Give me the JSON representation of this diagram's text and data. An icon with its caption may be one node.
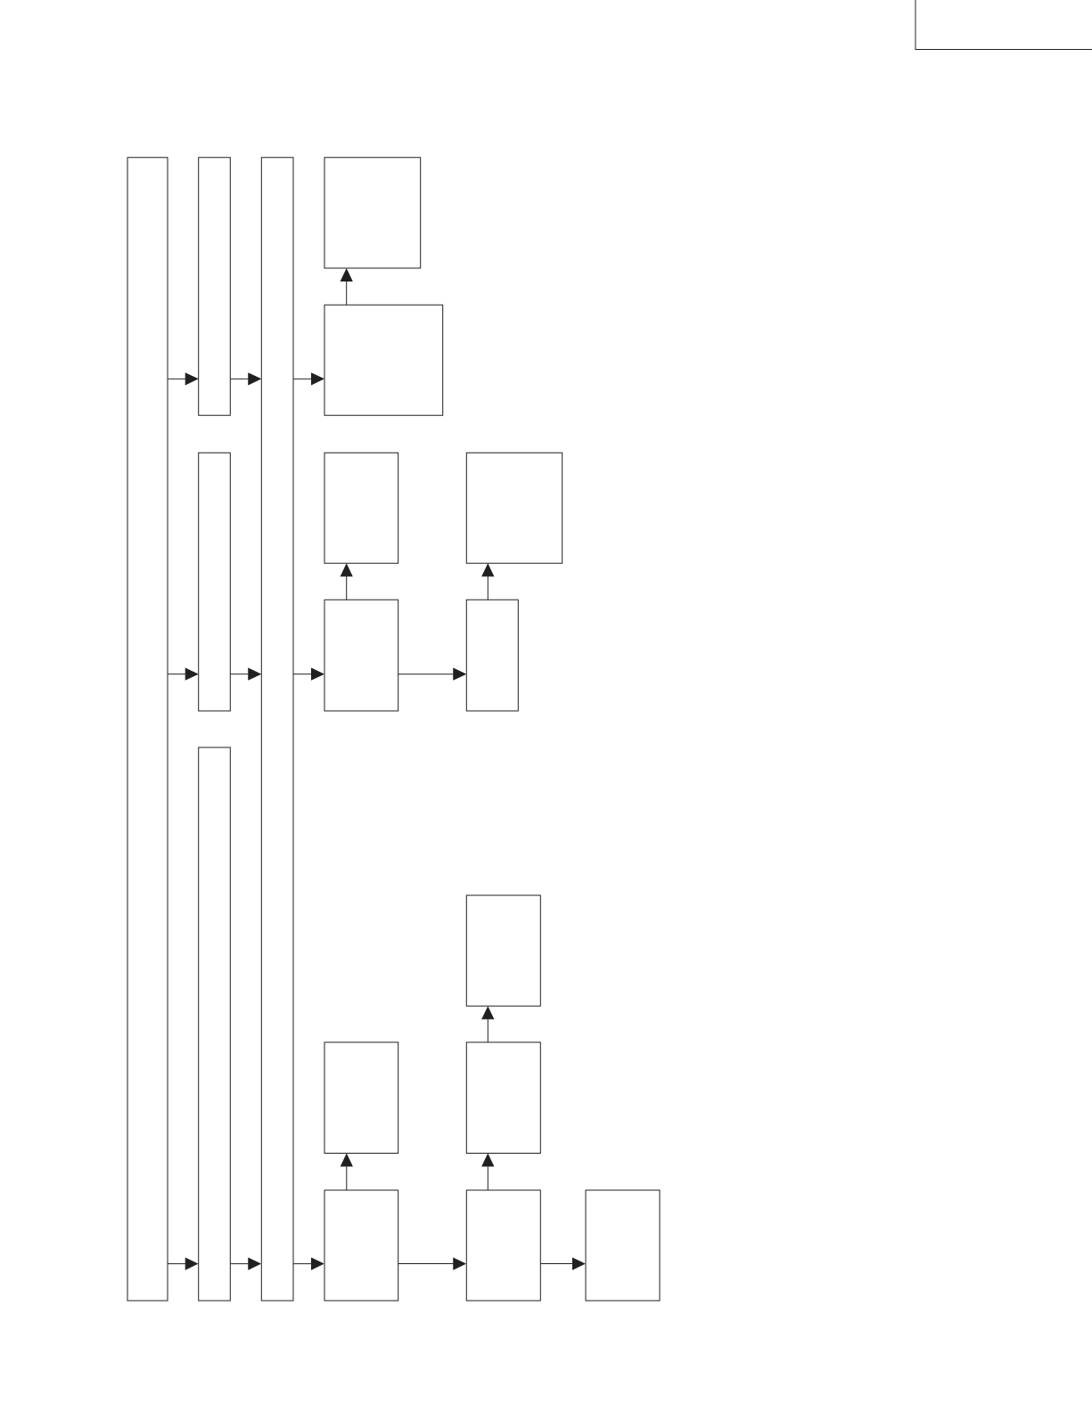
{
  "diagram": {
    "nodes": [
      {
        "text": [],
        "shape": "box"
      },
      {
        "text": [],
        "shape": "box"
      },
      {
        "text": [],
        "shape": "box"
      },
      {
        "text": [],
        "shape": "box"
      },
      {
        "text": [],
        "shape": "box"
      },
      {
        "text": [],
        "shape": "box"
      },
      {
        "text": [],
        "shape": "box"
      },
      {
        "text": [],
        "shape": "box"
      },
      {
        "text": [],
        "shape": "box"
      },
      {
        "text": [],
        "shape": "box"
      },
      {
        "text": [],
        "shape": "box"
      },
      {
        "text": [],
        "shape": "box"
      },
      {
        "text": [],
        "shape": "box"
      },
      {
        "text": [],
        "shape": "box"
      },
      {
        "text": [],
        "shape": "box"
      },
      {
        "text": [],
        "shape": "box"
      },
      {
        "text": [],
        "shape": "box"
      }
    ],
    "edges": [
      {
        "from": 0,
        "to": 1,
        "arrow": "to"
      },
      {
        "from": 1,
        "to": 2,
        "arrow": "to"
      },
      {
        "from": 2,
        "to": 4,
        "arrow": "to"
      },
      {
        "from": 4,
        "to": 3,
        "arrow": "to"
      },
      {
        "from": 0,
        "to": 5,
        "arrow": "to"
      },
      {
        "from": 5,
        "to": 2,
        "arrow": "to"
      },
      {
        "from": 2,
        "to": 8,
        "arrow": "to"
      },
      {
        "from": 8,
        "to": 6,
        "arrow": "to"
      },
      {
        "from": 8,
        "to": 9,
        "arrow": "to"
      },
      {
        "from": 9,
        "to": 7,
        "arrow": "to"
      },
      {
        "from": 0,
        "to": 10,
        "arrow": "to"
      },
      {
        "from": 10,
        "to": 2,
        "arrow": "to"
      },
      {
        "from": 2,
        "to": 14,
        "arrow": "to"
      },
      {
        "from": 14,
        "to": 12,
        "arrow": "to"
      },
      {
        "from": 14,
        "to": 15,
        "arrow": "to"
      },
      {
        "from": 15,
        "to": 13,
        "arrow": "to"
      },
      {
        "from": 13,
        "to": 11,
        "arrow": "to"
      },
      {
        "from": 15,
        "to": 16,
        "arrow": "to"
      }
    ]
  }
}
